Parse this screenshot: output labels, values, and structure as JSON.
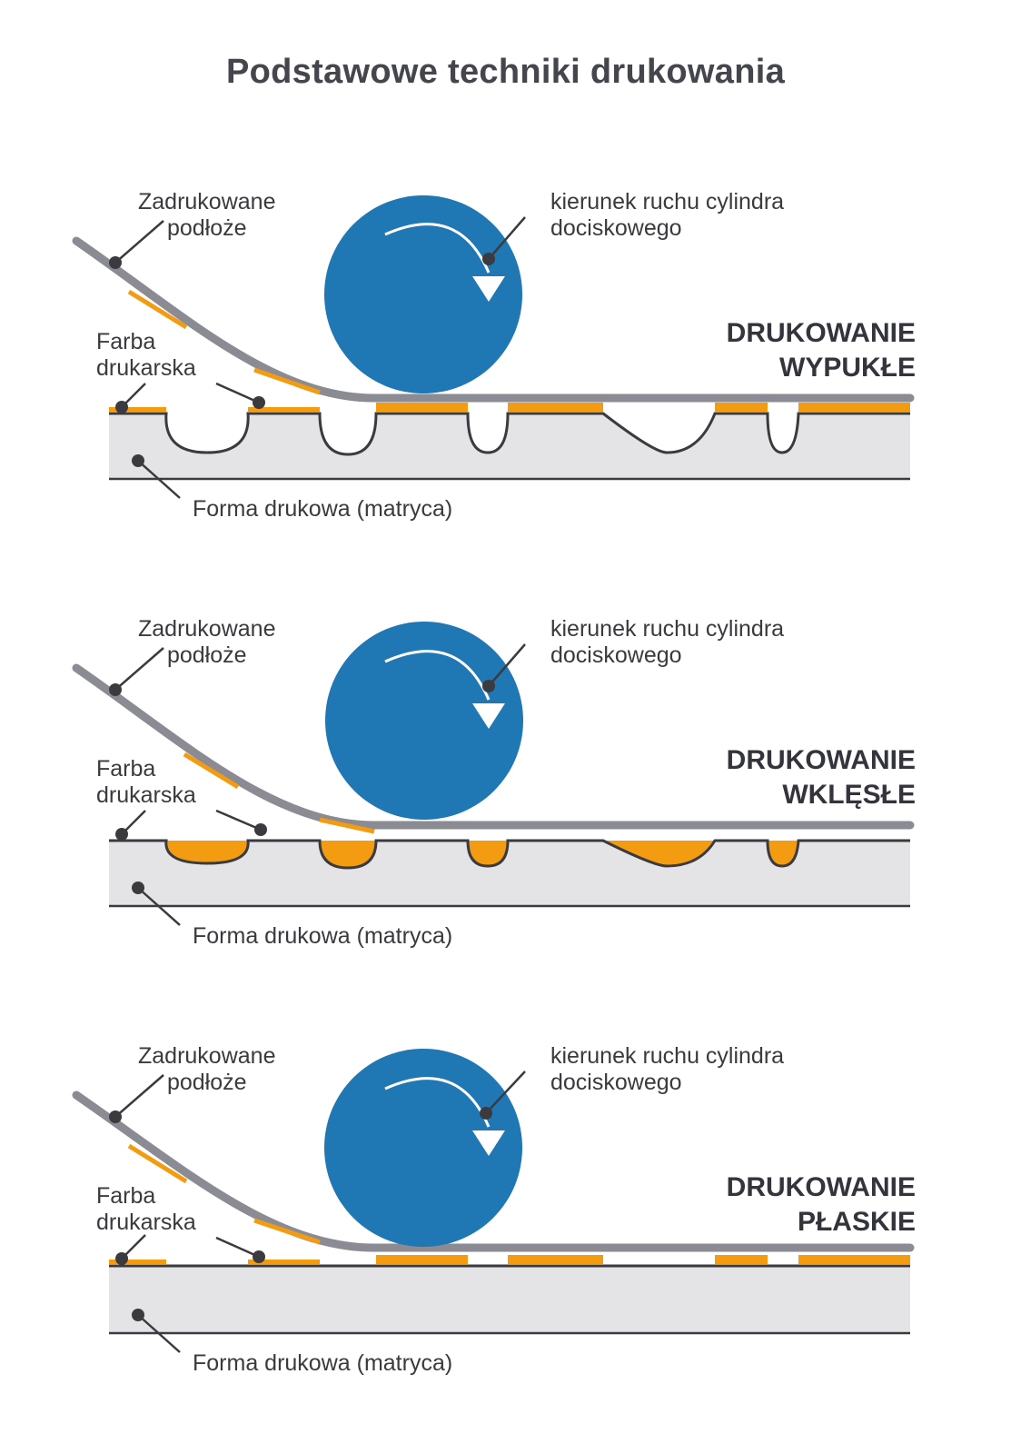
{
  "title": "Podstawowe techniki drukowania",
  "colors": {
    "cylinder": "#1f77b4",
    "ink": "#f39c12",
    "substrate": "#8a8b93",
    "plate_fill": "#e4e4e6",
    "line": "#3a3a3f",
    "arrow": "#ffffff"
  },
  "panels": [
    {
      "id": "relief",
      "technique_lines": [
        "DRUKOWANIE",
        "WYPUKŁE"
      ],
      "label_substrate": [
        "Zadrukowane",
        "podłoże"
      ],
      "label_ink": [
        "Farba",
        "drukarska"
      ],
      "label_direction": [
        "kierunek ruchu cylindra",
        "dociskowego"
      ],
      "label_form": "Forma drukowa (matryca)"
    },
    {
      "id": "gravure",
      "technique_lines": [
        "DRUKOWANIE",
        "WKLĘSŁE"
      ],
      "label_substrate": [
        "Zadrukowane",
        "podłoże"
      ],
      "label_ink": [
        "Farba",
        "drukarska"
      ],
      "label_direction": [
        "kierunek ruchu cylindra",
        "dociskowego"
      ],
      "label_form": "Forma drukowa (matryca)"
    },
    {
      "id": "flat",
      "technique_lines": [
        "DRUKOWANIE",
        "PŁASKIE"
      ],
      "label_substrate": [
        "Zadrukowane",
        "podłoże"
      ],
      "label_ink": [
        "Farba",
        "drukarska"
      ],
      "label_direction": [
        "kierunek ruchu cylindra",
        "dociskowego"
      ],
      "label_form": "Forma drukowa (matryca)"
    }
  ]
}
